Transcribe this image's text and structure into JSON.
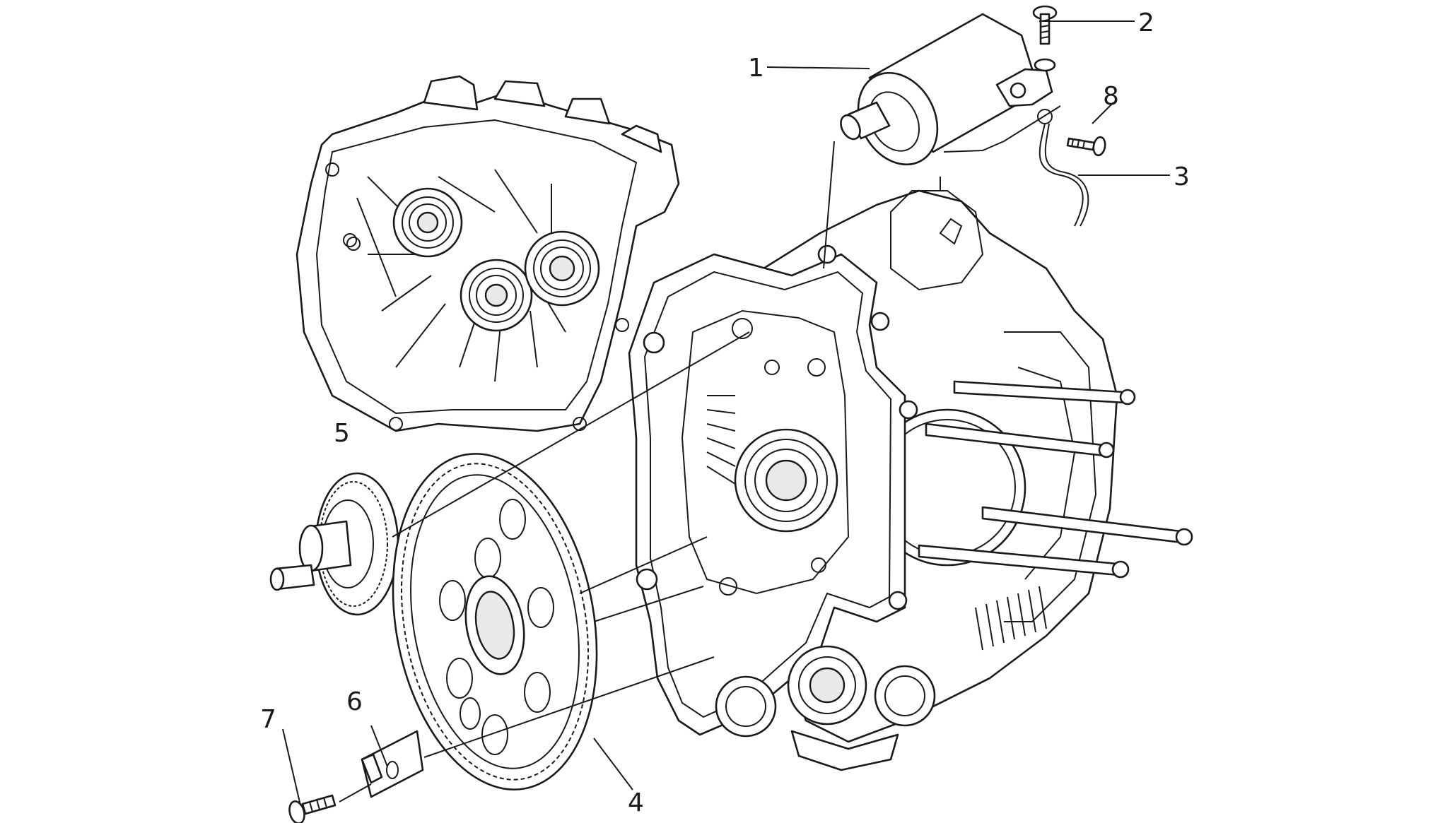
{
  "diagram": {
    "callouts": [
      {
        "id": "1",
        "label": "1"
      },
      {
        "id": "2",
        "label": "2"
      },
      {
        "id": "3",
        "label": "3"
      },
      {
        "id": "4",
        "label": "4"
      },
      {
        "id": "5",
        "label": "5"
      },
      {
        "id": "6",
        "label": "6"
      },
      {
        "id": "7",
        "label": "7"
      },
      {
        "id": "8",
        "label": "8"
      }
    ],
    "parts": [
      {
        "callout": "1",
        "icon": "starter-motor-icon"
      },
      {
        "callout": "2",
        "icon": "screw-icon"
      },
      {
        "callout": "3",
        "icon": "ground-cable-icon"
      },
      {
        "callout": "4",
        "icon": "starter-ring-gear-icon"
      },
      {
        "callout": "5",
        "icon": "intermediate-gear-icon"
      },
      {
        "callout": "6",
        "icon": "retaining-plate-icon"
      },
      {
        "callout": "7",
        "icon": "screw-icon"
      },
      {
        "callout": "8",
        "icon": "screw-icon"
      }
    ]
  }
}
